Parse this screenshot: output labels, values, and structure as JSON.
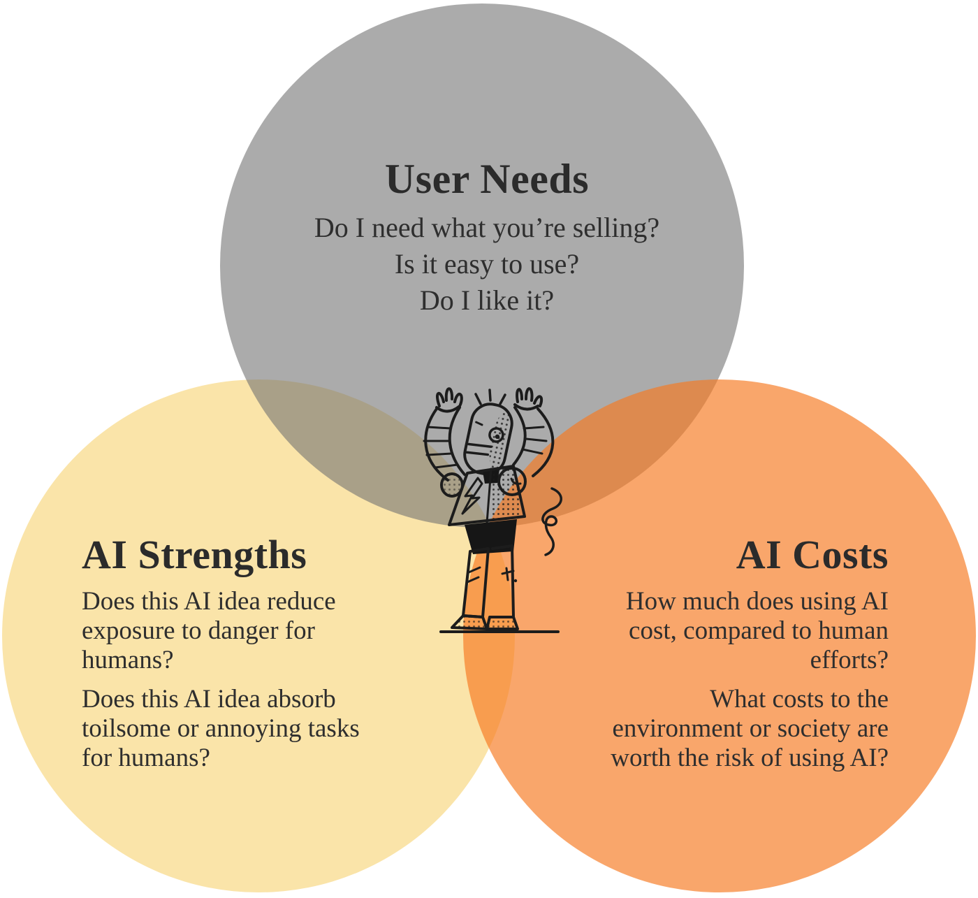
{
  "venn": {
    "kind": "venn-diagram",
    "background_color": "#ffffff",
    "text_color": "#2b2b2b",
    "circles": [
      {
        "id": "user-needs",
        "position": "top",
        "fill_color": "#ABABAB",
        "title": "User Needs",
        "questions": [
          {
            "lines": [
              "Do I need what you’re selling?"
            ]
          },
          {
            "lines": [
              "Is it easy to use?"
            ]
          },
          {
            "lines": [
              "Do I like it?"
            ]
          }
        ]
      },
      {
        "id": "ai-strengths",
        "position": "bottom-left",
        "fill_color": "#FAE4A9",
        "title": "AI Strengths",
        "questions": [
          {
            "lines": [
              "Does this AI idea reduce",
              "exposure to danger for",
              "humans?"
            ]
          },
          {
            "lines": [
              "Does this AI idea absorb",
              "toilsome or annoying tasks",
              "for humans?"
            ]
          }
        ]
      },
      {
        "id": "ai-costs",
        "position": "bottom-right",
        "fill_color": "#F9A76C",
        "title": "AI Costs",
        "questions": [
          {
            "lines": [
              "How much does using AI",
              "cost, compared to human",
              "efforts?"
            ]
          },
          {
            "lines": [
              "What costs to the",
              "environment or society are",
              "worth the risk of using AI?"
            ]
          }
        ]
      }
    ],
    "overlap_colors": {
      "needs_strengths": "#A9A183",
      "needs_costs": "#DD8E58",
      "strengths_costs": "#F49E52"
    },
    "center_illustration": "panicked-robot",
    "illustration_line_color": "#1c1c1c"
  }
}
